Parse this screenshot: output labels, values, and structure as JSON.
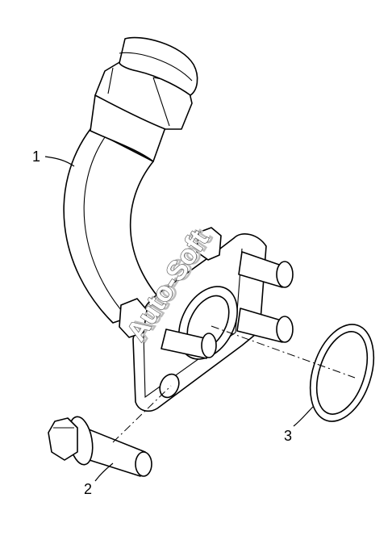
{
  "callouts": {
    "pipe": "1",
    "bolt": "2",
    "seal_ring": "3"
  },
  "watermark": {
    "text": "Auto-Soft"
  },
  "colors": {
    "line": "#000000",
    "background": "#ffffff",
    "watermark_outline": "#555555"
  }
}
